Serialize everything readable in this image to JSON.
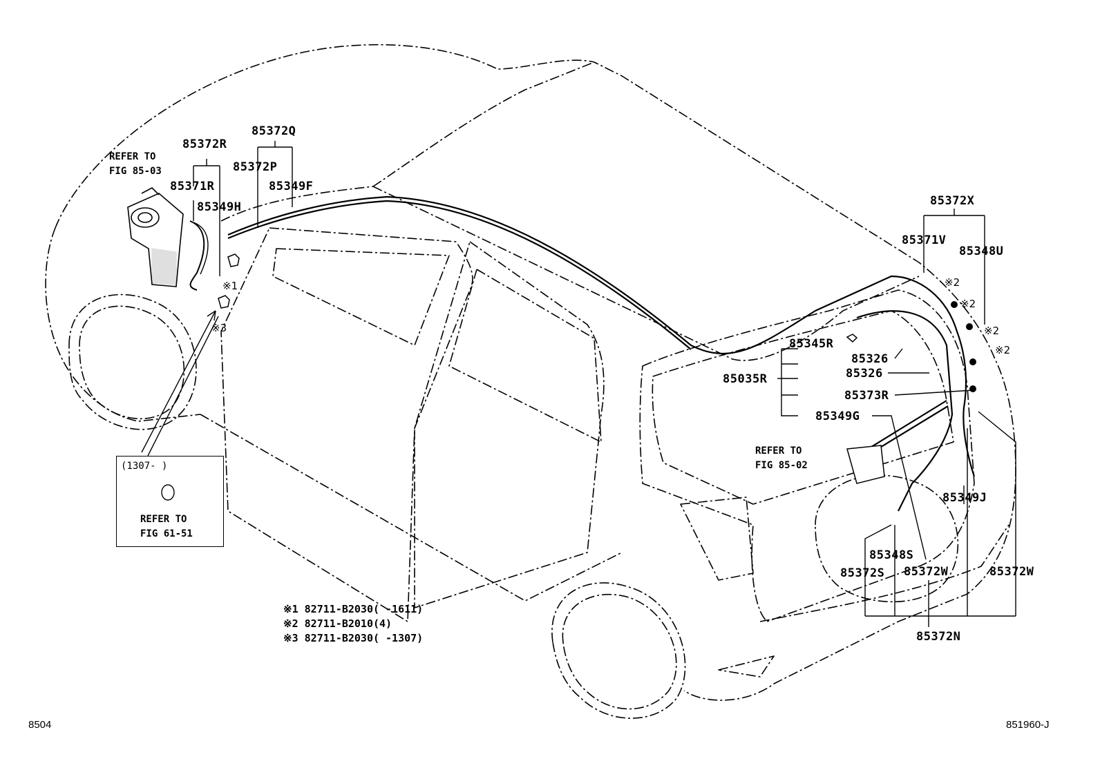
{
  "diagram": {
    "part_labels": {
      "p85372R": "85372R",
      "p85372Q": "85372Q",
      "p85372P": "85372P",
      "p85349F": "85349F",
      "p85371R": "85371R",
      "p85349H": "85349H",
      "p85372X": "85372X",
      "p85371V": "85371V",
      "p85348U": "85348U",
      "p85345R": "85345R",
      "p85326a": "85326",
      "p85326b": "85326",
      "p85035R": "85035R",
      "p85373R": "85373R",
      "p85349G": "85349G",
      "p85349J": "85349J",
      "p85348S": "85348S",
      "p85372S": "85372S",
      "p85372W_left": "85372W",
      "p85372W_right": "85372W",
      "p85372N": "85372N"
    },
    "refer_notes": {
      "fig8503_line1": "REFER TO",
      "fig8503_line2": "FIG 85-03",
      "fig8502_line1": "REFER TO",
      "fig8502_line2": "FIG 85-02",
      "fig6151_line1": "REFER TO",
      "fig6151_line2": "FIG 61-51"
    },
    "inset_range": "(1307-      )",
    "marks": {
      "m1": "※1",
      "m3": "※3",
      "m2a": "※2",
      "m2b": "※2",
      "m2c": "※2",
      "m2d": "※2"
    },
    "footnotes": {
      "n1": "※1 82711-B2030(    -1611)",
      "n2": "※2 82711-B2010(4)",
      "n3": "※3 82711-B2030(    -1307)"
    },
    "page_code": "8504",
    "figure_id": "851960-J"
  }
}
